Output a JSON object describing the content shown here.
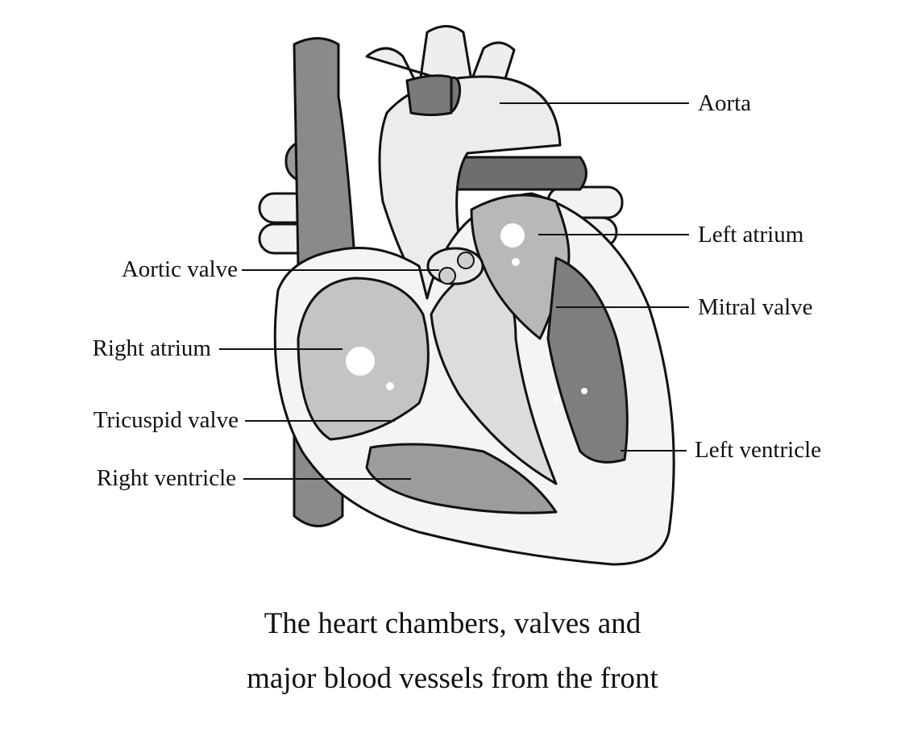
{
  "title": "The heart chambers, valves and major blood vessels from the front",
  "caption": {
    "line1": "The heart chambers, valves and",
    "line2": "major blood vessels from the front"
  },
  "labels": {
    "aorta": "Aorta",
    "left_atrium": "Left atrium",
    "mitral_valve": "Mitral valve",
    "left_ventricle": "Left ventricle",
    "aortic_valve": "Aortic valve",
    "right_atrium": "Right atrium",
    "tricuspid_valve": "Tricuspid valve",
    "right_ventricle": "Right ventricle"
  }
}
